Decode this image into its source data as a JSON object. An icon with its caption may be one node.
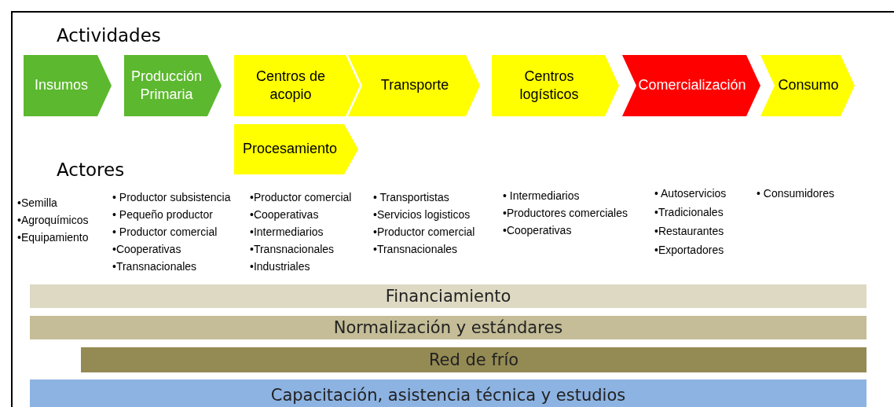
{
  "diagram": {
    "nodes": [
      {
        "text": [
          "Insumos"
        ]
      },
      {
        "text": [
          "Producción Primaria"
        ]
      },
      {
        "text": [
          "Centros de acopio"
        ]
      },
      {
        "text": [
          "Transporte"
        ]
      },
      {
        "text": [
          "Centros logísticos"
        ]
      },
      {
        "text": [
          "Comercialización"
        ]
      },
      {
        "text": [
          "Consumo"
        ]
      },
      {
        "text": [
          "Procesamiento"
        ]
      },
      {
        "text": [
          "Financiamiento"
        ]
      },
      {
        "text": [
          "Normalización y estándares"
        ]
      },
      {
        "text": [
          "Red de frío"
        ]
      },
      {
        "text": [
          "Capacitación, asistencia técnica y estudios"
        ]
      }
    ],
    "edges": [],
    "labels": [
      "Actividades",
      "Actores",
      "•Semilla",
      "•Agroquímicos",
      "•Equipamiento",
      "• Productor subsistencia",
      "• Pequeño productor",
      "• Productor comercial",
      "•Cooperativas",
      "•Transnacionales",
      "•Productor comercial",
      "•Cooperativas",
      "•Intermediarios",
      "•Transnacionales",
      "•Industriales",
      "• Transportistas",
      "•Servicios logisticos",
      "•Productor comercial",
      "•Transnacionales",
      "• Intermediarios",
      "•Productores comerciales",
      "•Cooperativas",
      "• Autoservicios",
      "•Tradicionales",
      "•Restaurantes",
      "•Exportadores",
      "• Consumidores"
    ]
  }
}
